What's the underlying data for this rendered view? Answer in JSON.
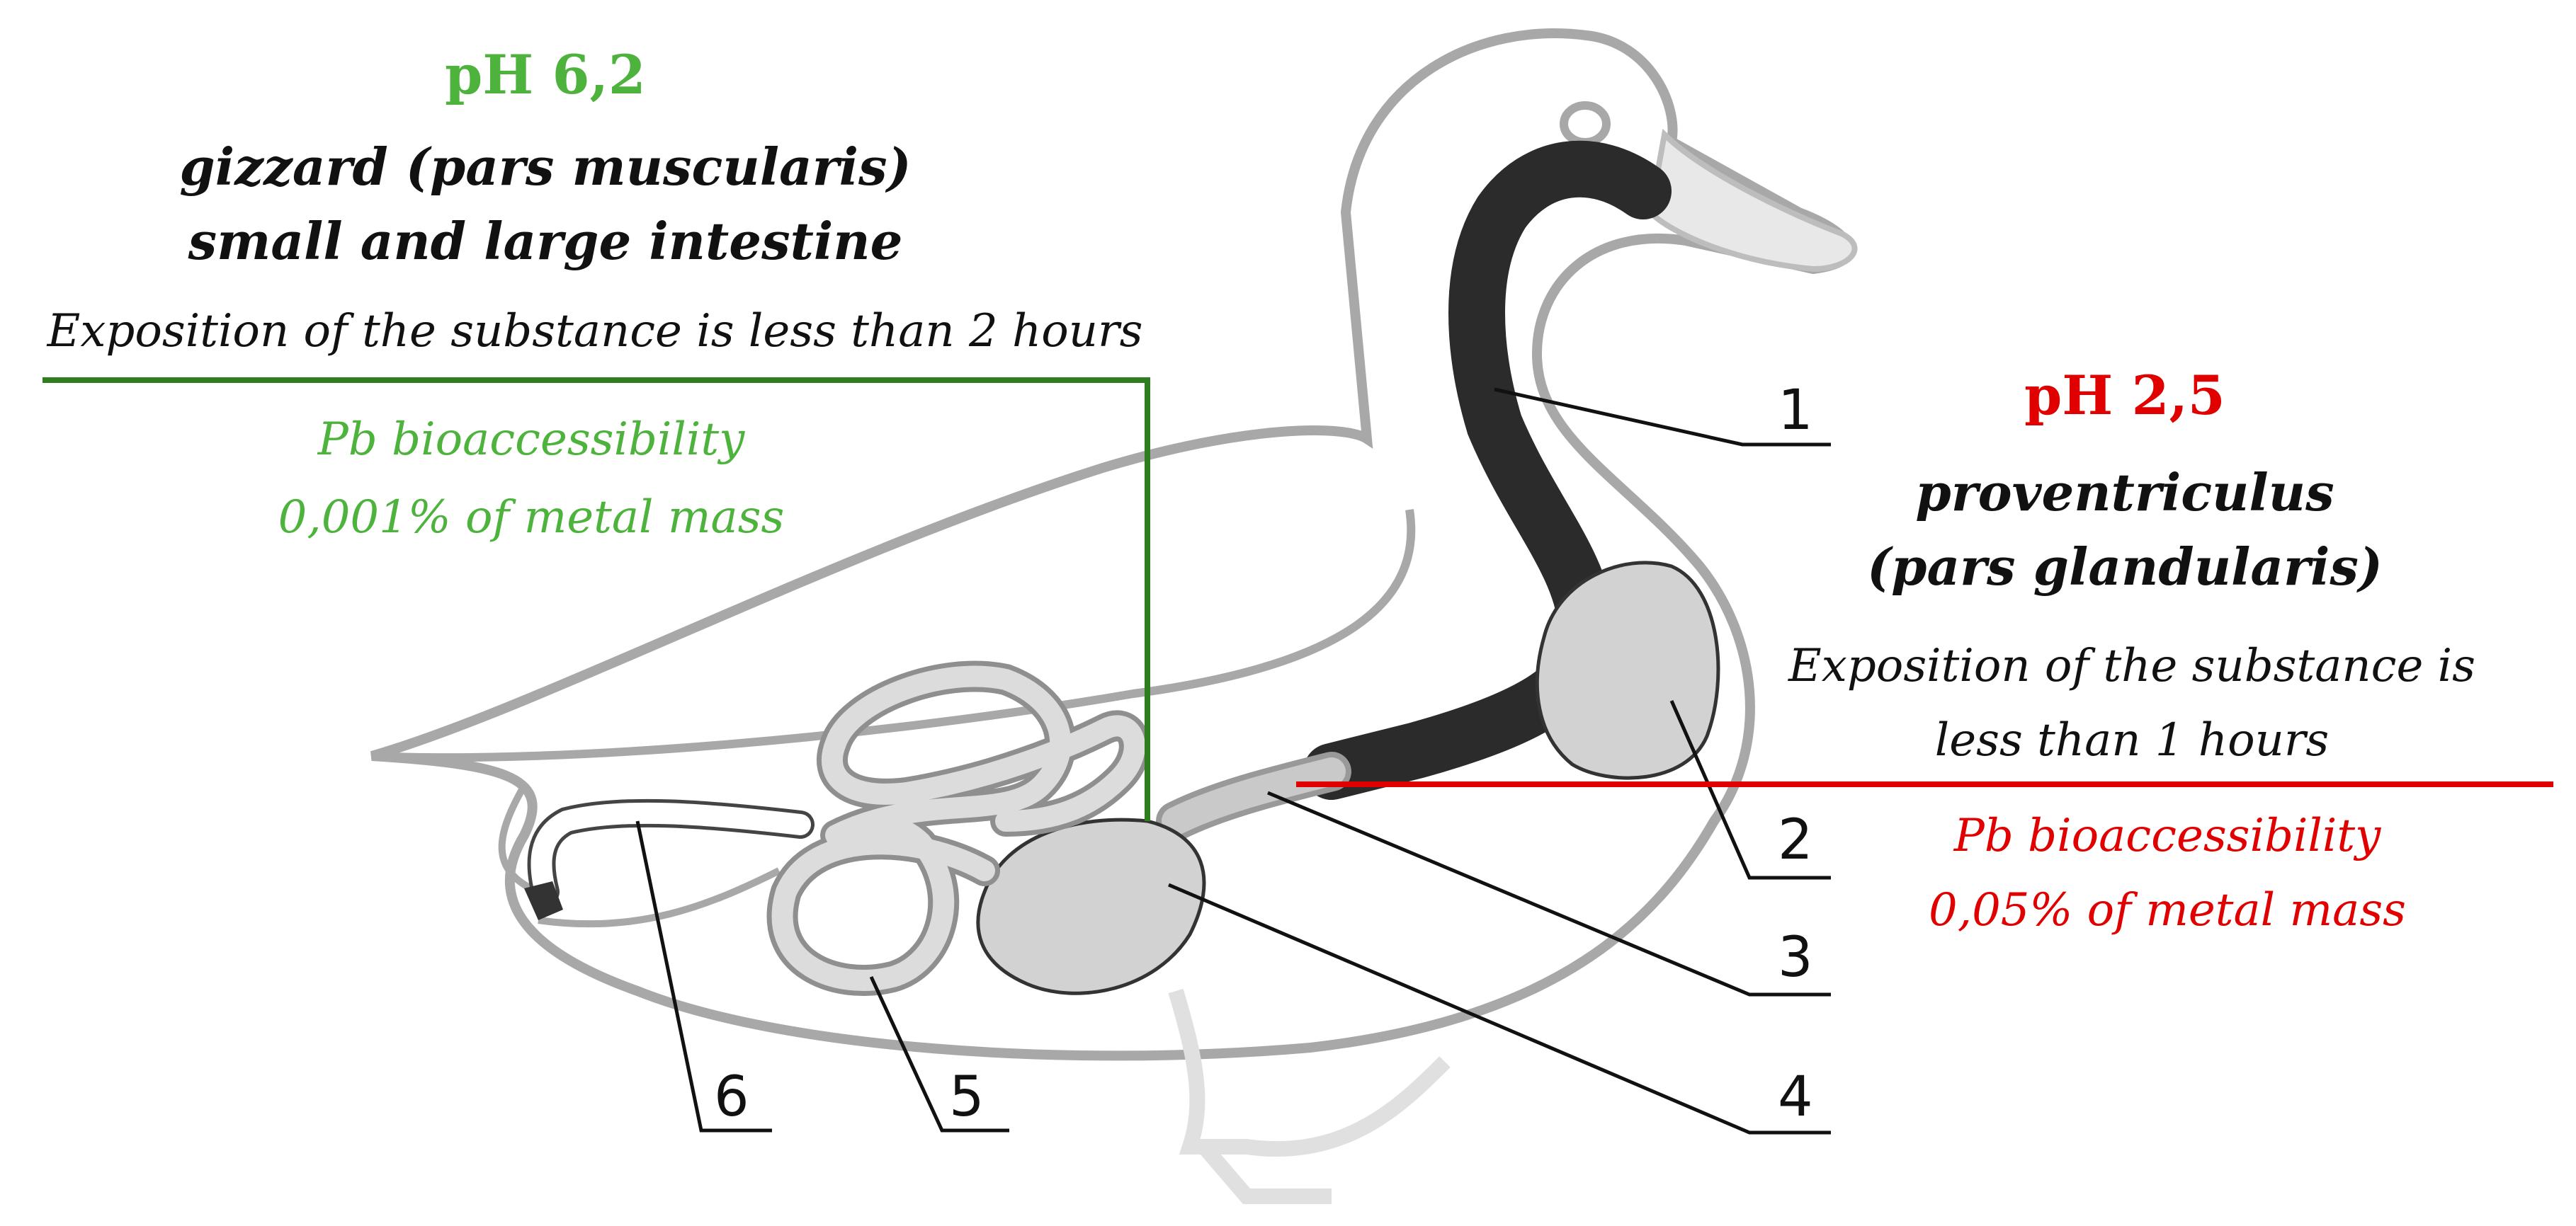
{
  "left_panel": {
    "ph": "pH 6,2",
    "organ_line1": "gizzard (pars muscularis)",
    "organ_line2": "small and large intestine",
    "exposition": "Exposition of the substance is less than 2 hours",
    "bio_line1": "Pb bioaccessibility",
    "bio_line2": "0,001% of metal mass"
  },
  "right_panel": {
    "ph": "pH 2,5",
    "organ_line1": "proventriculus",
    "organ_line2": "(pars glandularis)",
    "exposition_line1": "Exposition of the substance is",
    "exposition_line2": "less than 1 hours",
    "bio_line1": "Pb bioaccessibility",
    "bio_line2": "0,05% of metal mass"
  },
  "labels": [
    "1",
    "2",
    "3",
    "4",
    "5",
    "6"
  ],
  "colors": {
    "green_text": "#4db33d",
    "green_line": "#2e7d1f",
    "red": "#e00000",
    "outline_gray": "#a8a8a8",
    "organ_fill": "#d2d2d2",
    "esophagus": "#2b2b2b"
  }
}
